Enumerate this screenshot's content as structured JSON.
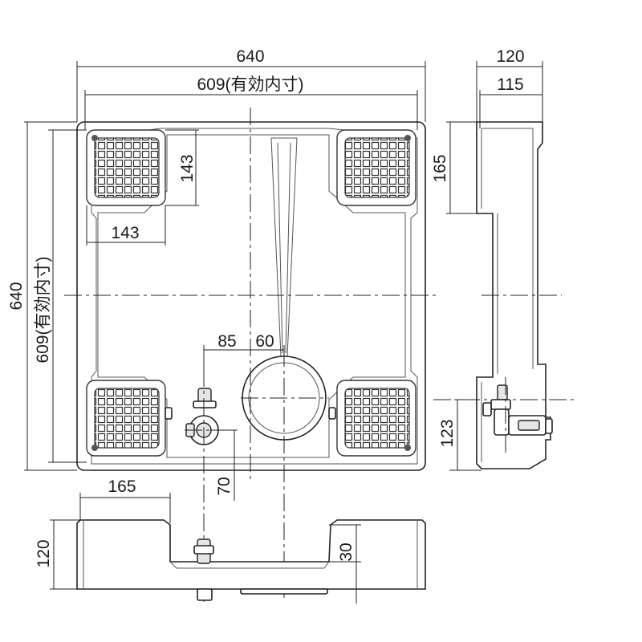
{
  "dimensions": {
    "outer_width": "640",
    "inner_width": "609(有効内寸)",
    "side_outer": "120",
    "side_inner": "115",
    "side_corner_height": "165",
    "outer_height": "640",
    "inner_height": "609(有効内寸)",
    "corner_block_height": "143",
    "corner_block_width": "143",
    "drain_offset_a": "85",
    "drain_offset_b": "60",
    "side_tap_height": "123",
    "tap_offset": "70",
    "front_corner_width": "165",
    "front_height": "120",
    "front_depth": "30"
  }
}
